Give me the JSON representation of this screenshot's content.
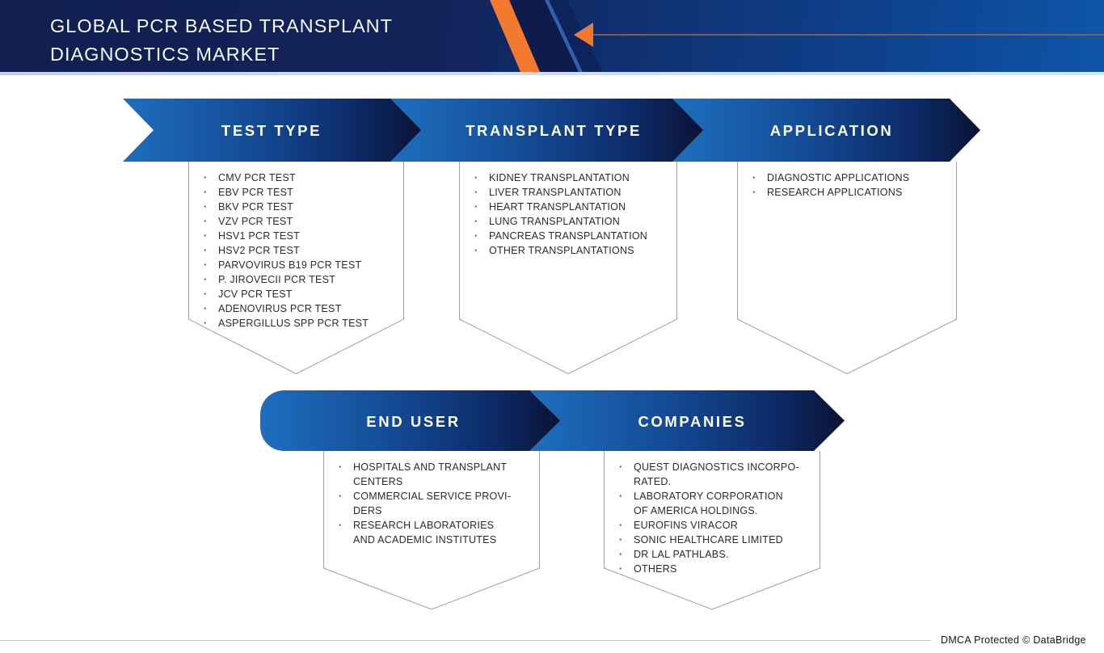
{
  "header": {
    "title": "GLOBAL PCR BASED TRANSPLANT\nDIAGNOSTICS MARKET"
  },
  "segments": [
    {
      "label": "TEST TYPE",
      "items": [
        "CMV PCR TEST",
        "EBV PCR TEST",
        "BKV PCR TEST",
        "VZV PCR TEST",
        "HSV1 PCR TEST",
        "HSV2 PCR TEST",
        "PARVOVIRUS B19 PCR TEST",
        "P. JIROVECII PCR TEST",
        "JCV PCR TEST",
        "ADENOVIRUS PCR TEST",
        "ASPERGILLUS SPP PCR TEST"
      ]
    },
    {
      "label": "TRANSPLANT TYPE",
      "items": [
        "KIDNEY TRANSPLANTATION",
        "LIVER TRANSPLANTATION",
        "HEART TRANSPLANTATION",
        "LUNG TRANSPLANTATION",
        "PANCREAS TRANSPLANTATION",
        "OTHER TRANSPLANTATIONS"
      ]
    },
    {
      "label": "APPLICATION",
      "items": [
        "DIAGNOSTIC APPLICATIONS",
        "RESEARCH APPLICATIONS"
      ]
    },
    {
      "label": "END USER",
      "items": [
        "HOSPITALS AND TRANSPLANT\nCENTERS",
        "COMMERCIAL SERVICE PROVI-\nDERS",
        "RESEARCH LABORATORIES\nAND ACADEMIC INSTITUTES"
      ]
    },
    {
      "label": "COMPANIES",
      "items": [
        "QUEST DIAGNOSTICS INCORPO-\nRATED.",
        "LABORATORY CORPORATION\nOF AMERICA HOLDINGS.",
        "EUROFINS VIRACOR",
        "SONIC HEALTHCARE LIMITED",
        "DR LAL PATHLABS.",
        "OTHERS"
      ]
    }
  ],
  "footer": {
    "dmca": "DMCA Protected © DataBridge"
  },
  "colors": {
    "header_navy": "#111f50",
    "header_blue": "#0f55a8",
    "accent_orange": "#f2792f",
    "arrow_line": "#9e6a4a",
    "banner_gradient_start": "#1e6fbe",
    "banner_gradient_end": "#0a1334",
    "box_border": "#9aa1a9",
    "underline_blue": "#c3d2e4"
  }
}
